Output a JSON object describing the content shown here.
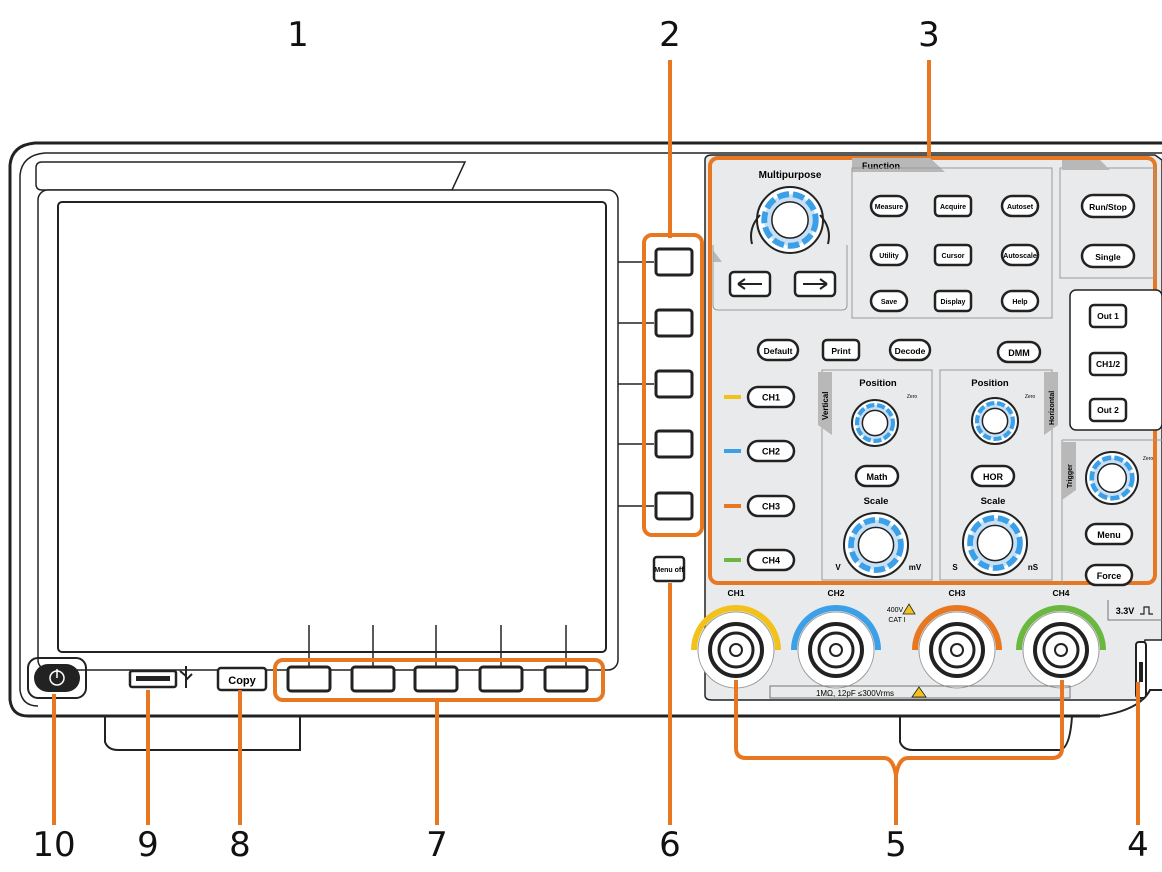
{
  "callouts": [
    "1",
    "2",
    "3",
    "4",
    "5",
    "6",
    "7",
    "8",
    "9",
    "10"
  ],
  "colors": {
    "accent": "#e87722",
    "ch1": "#f2c21b",
    "ch2": "#3ba0e8",
    "ch3": "#e87722",
    "ch4": "#6ab83f",
    "line": "#222222"
  },
  "panel": {
    "multipurpose": "Multipurpose",
    "function": "Function",
    "function_buttons": [
      "Measure",
      "Acquire",
      "Autoset",
      "Utility",
      "Cursor",
      "Autoscale",
      "Save",
      "Display",
      "Help"
    ],
    "run_stop": "Run/Stop",
    "single": "Single",
    "out_buttons": [
      "Out 1",
      "CH1/2",
      "Out 2"
    ],
    "default": "Default",
    "print": "Print",
    "decode": "Decode",
    "dmm": "DMM",
    "channels": [
      "CH1",
      "CH2",
      "CH3",
      "CH4"
    ],
    "vertical": "Vertical",
    "horizontal": "Horizontal",
    "trigger": "Trigger",
    "v_position": "Position",
    "v_scale": "Scale",
    "h_position": "Position",
    "h_scale": "Scale",
    "math": "Math",
    "hor": "HOR",
    "menu": "Menu",
    "force": "Force",
    "zero": "Zero",
    "v_unit": "V",
    "mv_unit": "mV",
    "s_unit": "S",
    "ns_unit": "nS"
  },
  "front": {
    "menu_off": "Menu off",
    "copy": "Copy",
    "bnc_labels": [
      "CH1",
      "CH2",
      "CH3",
      "CH4"
    ],
    "rating_line1": "400V",
    "rating_line2": "CAT I",
    "impedance": "1MΩ, 12pF ≤300Vrms",
    "probe_comp": "3.3V"
  }
}
